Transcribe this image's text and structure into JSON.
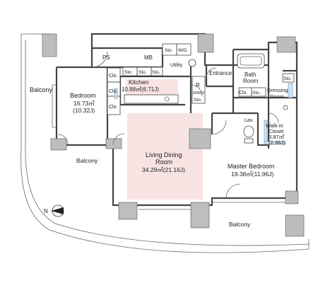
{
  "rooms": {
    "balcony_left": "Balcony",
    "bedroom": {
      "name": "Bedroom",
      "area_m2": "16.73㎡",
      "area_j": "(10.32J)"
    },
    "balcony_mid": "Balcony",
    "kitchen": {
      "name": "Kitchen",
      "area": "10.88㎡(6.71J)"
    },
    "living": {
      "name1": "Living Dining",
      "name2": "Room",
      "area": "34.29㎡(21.16J)"
    },
    "master": {
      "name": "Master Bedroom",
      "area": "19.38㎡(11.96J)"
    },
    "balcony_bottom": "Balcony",
    "bath": {
      "name1": "Bath",
      "name2": "Room"
    },
    "dressing": {
      "name1": "Dressing",
      "name2": "Room"
    },
    "walkin": {
      "name1": "Walk-in",
      "name2": "Closet",
      "area1": "3.87㎡",
      "area2": "(2.38J)"
    }
  },
  "labels": {
    "ps": "PS",
    "mb": "MB",
    "sto": "Sto.",
    "wd": "W/D",
    "utility": "Utility",
    "entrance": "Entrance",
    "r": "R",
    "clo": "Clo.",
    "lav": "Lav."
  },
  "compass": {
    "letter": "N",
    "icon": "north-arrow-icon"
  }
}
